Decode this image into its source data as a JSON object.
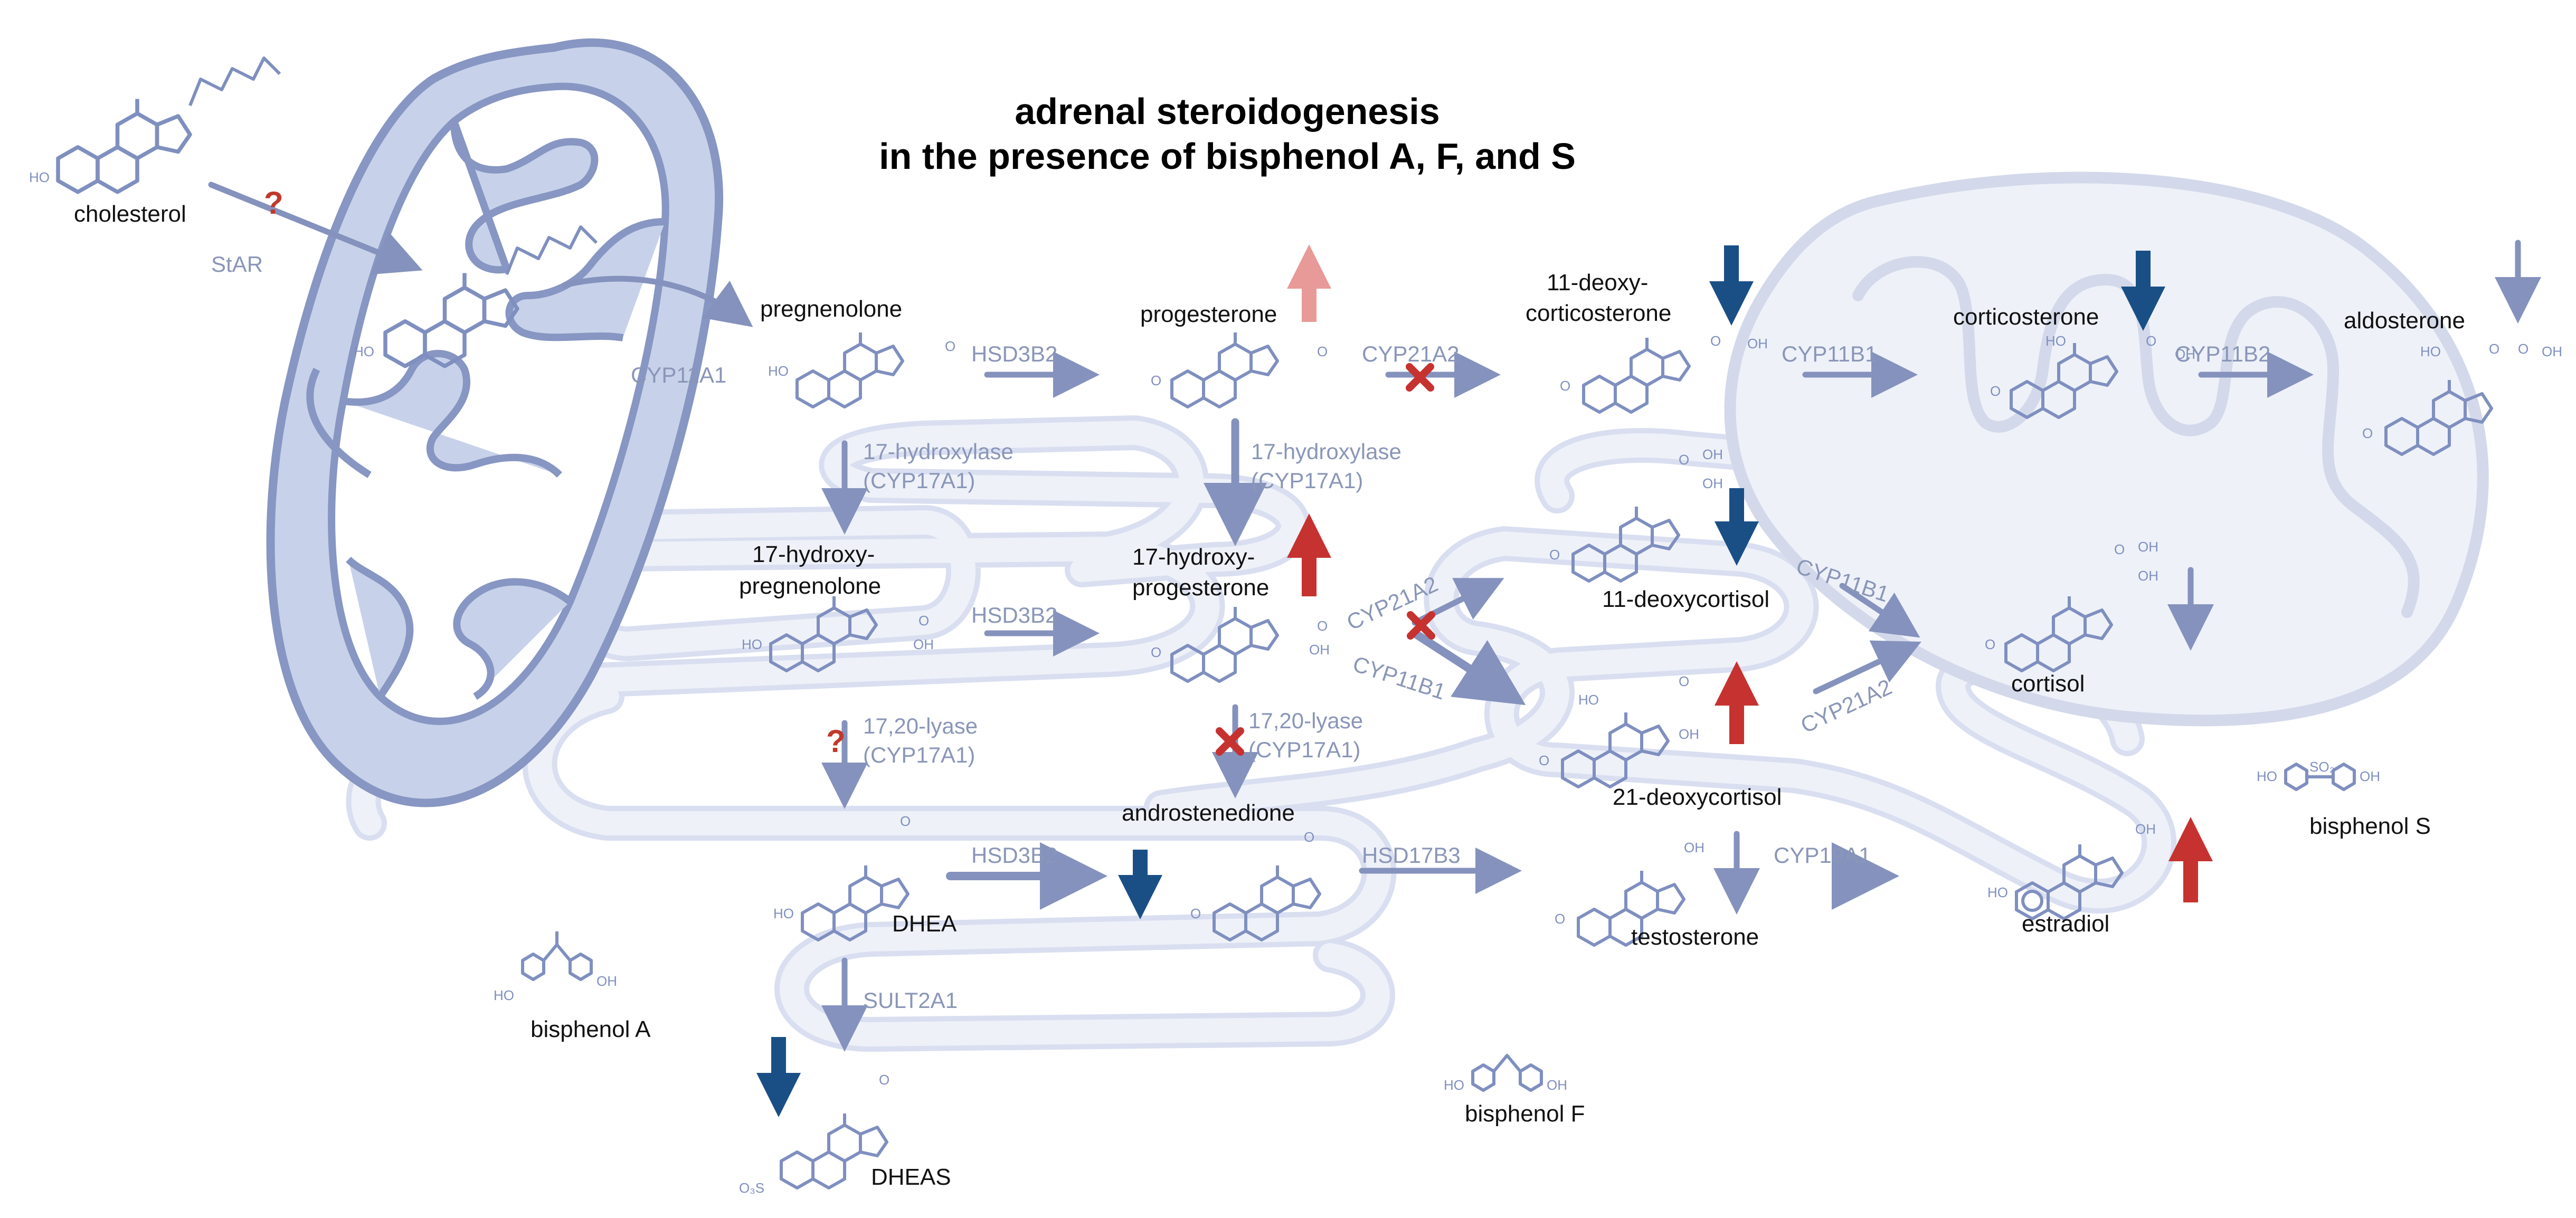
{
  "title": {
    "line1": "adrenal steroidogenesis",
    "line2": "in the presence of bisphenol A, F, and S"
  },
  "colors": {
    "organelle_fill": "#c7d2ea",
    "organelle_stroke": "#8796c2",
    "er_fill": "#eef1f8",
    "er_stroke": "#d7dcea",
    "molecule": "#7f8fbf",
    "arrow_gray": "#8592bd",
    "decrease": "#1a4f86",
    "increase": "#c6322f",
    "increase_light": "#e89a98",
    "inhibition": "#c6322f"
  },
  "compounds": {
    "cholesterol": "cholesterol",
    "pregnenolone": "pregnenolone",
    "progesterone": "progesterone",
    "deoxycorticosterone": [
      "11-deoxy-",
      "corticosterone"
    ],
    "corticosterone": "corticosterone",
    "aldosterone": "aldosterone",
    "hydroxypregnenolone": [
      "17-hydroxy-",
      "pregnenolone"
    ],
    "hydroxyprogesterone": [
      "17-hydroxy-",
      "progesterone"
    ],
    "deoxycortisol": "11-deoxycortisol",
    "cortisol": "cortisol",
    "deoxycortisol21": "21-deoxycortisol",
    "androstenedione": "androstenedione",
    "dhea": "DHEA",
    "testosterone": "testosterone",
    "estradiol": "estradiol",
    "dheas": "DHEAS",
    "bisphenol_a": "bisphenol A",
    "bisphenol_f": "bisphenol F",
    "bisphenol_s": "bisphenol S"
  },
  "enzymes": {
    "star": "StAR",
    "cyp11a1": "CYP11A1",
    "hsd3b2_1": "HSD3B2",
    "cyp21a2_1": "CYP21A2",
    "cyp11b1_1": "CYP11B1",
    "cyp11b2": "CYP11B2",
    "hydroxylase_a": [
      "17-hydroxylase",
      "(CYP17A1)"
    ],
    "hydroxylase_b": [
      "17-hydroxylase",
      "(CYP17A1)"
    ],
    "hsd3b2_2": "HSD3B2",
    "cyp21a2_2": "CYP21A2",
    "cyp11b1_2": "CYP11B1",
    "cyp11b1_3": "CYP11B1",
    "cyp21a2_3": "CYP21A2",
    "lyase_a": [
      "17,20-lyase",
      "(CYP17A1)"
    ],
    "lyase_b": [
      "17,20-lyase",
      "(CYP17A1)"
    ],
    "hsd3b2_3": "HSD3B2",
    "hsd17b3": "HSD17B3",
    "cyp19a1": "CYP19A1",
    "sult2a1": "SULT2A1"
  },
  "markers": {
    "unknown": "?"
  },
  "atoms": {
    "ho": "HO",
    "o": "O",
    "oh": "OH",
    "so2": "SO₂",
    "o3s": "O₃S"
  }
}
